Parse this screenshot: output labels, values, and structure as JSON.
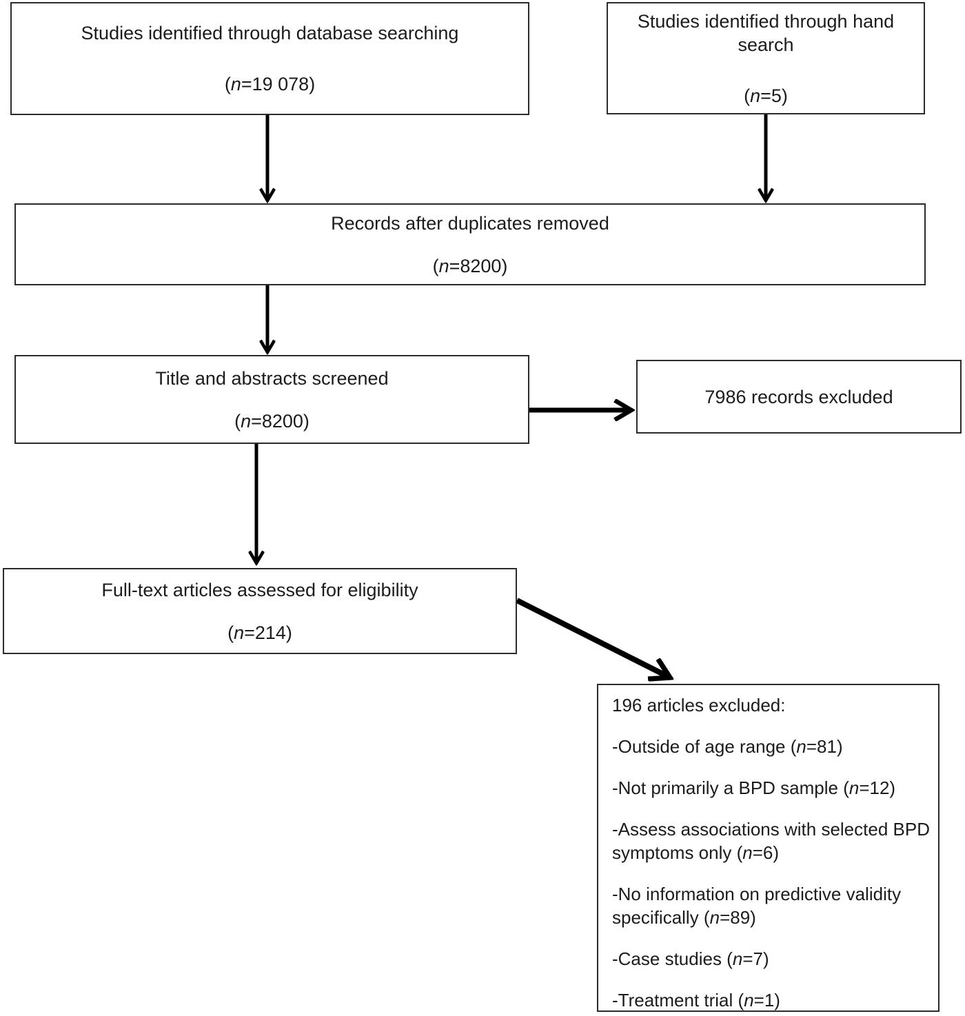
{
  "flow": {
    "boxes": {
      "database_search": {
        "label": "Studies identified through database searching",
        "count_open": "(",
        "count_n": "n",
        "count_rest": "=19 078)"
      },
      "hand_search": {
        "label": "Studies identified through hand search",
        "count_open": "(",
        "count_n": "n",
        "count_rest": "=5)"
      },
      "duplicates_removed": {
        "label": "Records after duplicates removed",
        "count_open": "(",
        "count_n": "n",
        "count_rest": "=8200)"
      },
      "title_abstract_screened": {
        "label": "Title and abstracts screened",
        "count_open": "(",
        "count_n": "n",
        "count_rest": "=8200)"
      },
      "records_excluded": {
        "label": "7986 records excluded"
      },
      "fulltext_assessed": {
        "label": "Full-text articles assessed for eligibility",
        "count_open": "(",
        "count_n": "n",
        "count_rest": "=214)"
      },
      "articles_excluded": {
        "title": "196 articles excluded:",
        "items": [
          {
            "text": "-Outside of age range (",
            "n": "n",
            "rest": "=81)"
          },
          {
            "text": "-Not primarily a BPD sample (",
            "n": "n",
            "rest": "=12)"
          },
          {
            "text": "-Assess associations with selected BPD symptoms only (",
            "n": "n",
            "rest": "=6)"
          },
          {
            "text": "-No information on predictive validity specifically (",
            "n": "n",
            "rest": "=89)"
          },
          {
            "text": "-Case studies (",
            "n": "n",
            "rest": "=7)"
          },
          {
            "text": "-Treatment trial (",
            "n": "n",
            "rest": "=1)"
          }
        ]
      }
    },
    "colors": {
      "border": "#2b2b2b",
      "text": "#1c1c1c",
      "arrow": "#000000",
      "background": "#ffffff"
    }
  }
}
